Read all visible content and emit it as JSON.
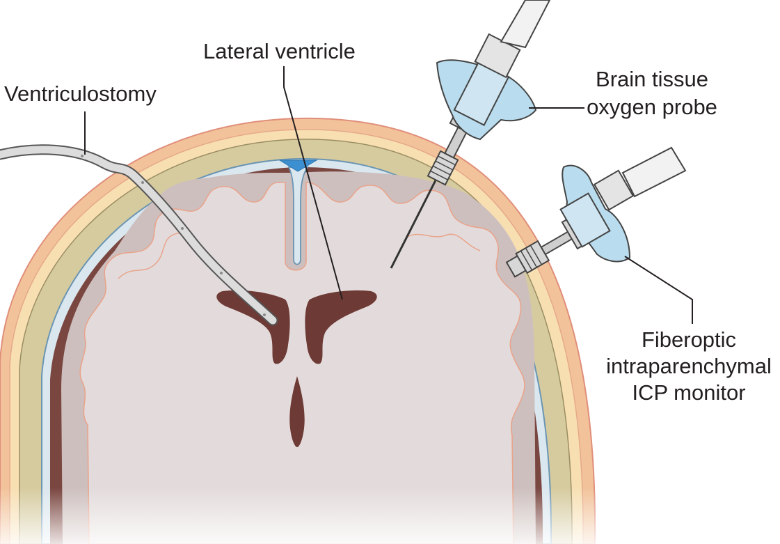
{
  "labels": {
    "ventriculostomy": "Ventriculostomy",
    "lateral_ventricle": "Lateral ventricle",
    "oxygen_probe_line1": "Brain tissue",
    "oxygen_probe_line2": "oxygen probe",
    "icp_line1": "Fiberoptic",
    "icp_line2": "intraparenchymal",
    "icp_line3": "ICP monitor"
  },
  "colors": {
    "skin": "#f2c39a",
    "skin_edge": "#e79c86",
    "fat": "#f7dfb2",
    "bone": "#d6cb9f",
    "dura": "#dbe7ee",
    "csf_line": "#6a95b3",
    "cortex_dark": "#7a4640",
    "gray_matter": "#cdbfbe",
    "white_matter": "#e3dbdb",
    "gyri_line": "#e8a48c",
    "ventricle": "#6e3a35",
    "csf_blue": "#3c8fd0",
    "device_blue": "#b9dcee",
    "device_gray": "#d7d7d7",
    "catheter": "#dcdcdc"
  }
}
